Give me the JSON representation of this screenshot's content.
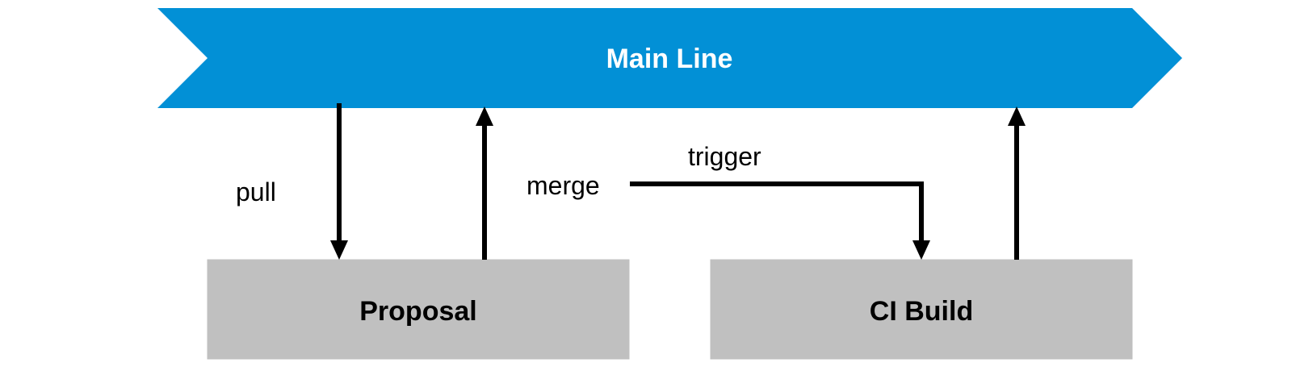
{
  "colors": {
    "main_line": "#0290d6",
    "box_fill": "#c0c0c0",
    "box_border": "#bfbfbf",
    "arrow": "#000000"
  },
  "nodes": {
    "main_line": {
      "label": "Main Line"
    },
    "proposal": {
      "label": "Proposal"
    },
    "ci_build": {
      "label": "CI Build"
    }
  },
  "edges": {
    "pull": {
      "label": "pull",
      "from": "main_line",
      "to": "proposal"
    },
    "merge": {
      "label": "merge",
      "from": "proposal",
      "to": "main_line"
    },
    "trigger": {
      "label": "trigger",
      "from": "merge",
      "to": "ci_build"
    },
    "ci_to_main": {
      "label": "",
      "from": "ci_build",
      "to": "main_line"
    }
  }
}
